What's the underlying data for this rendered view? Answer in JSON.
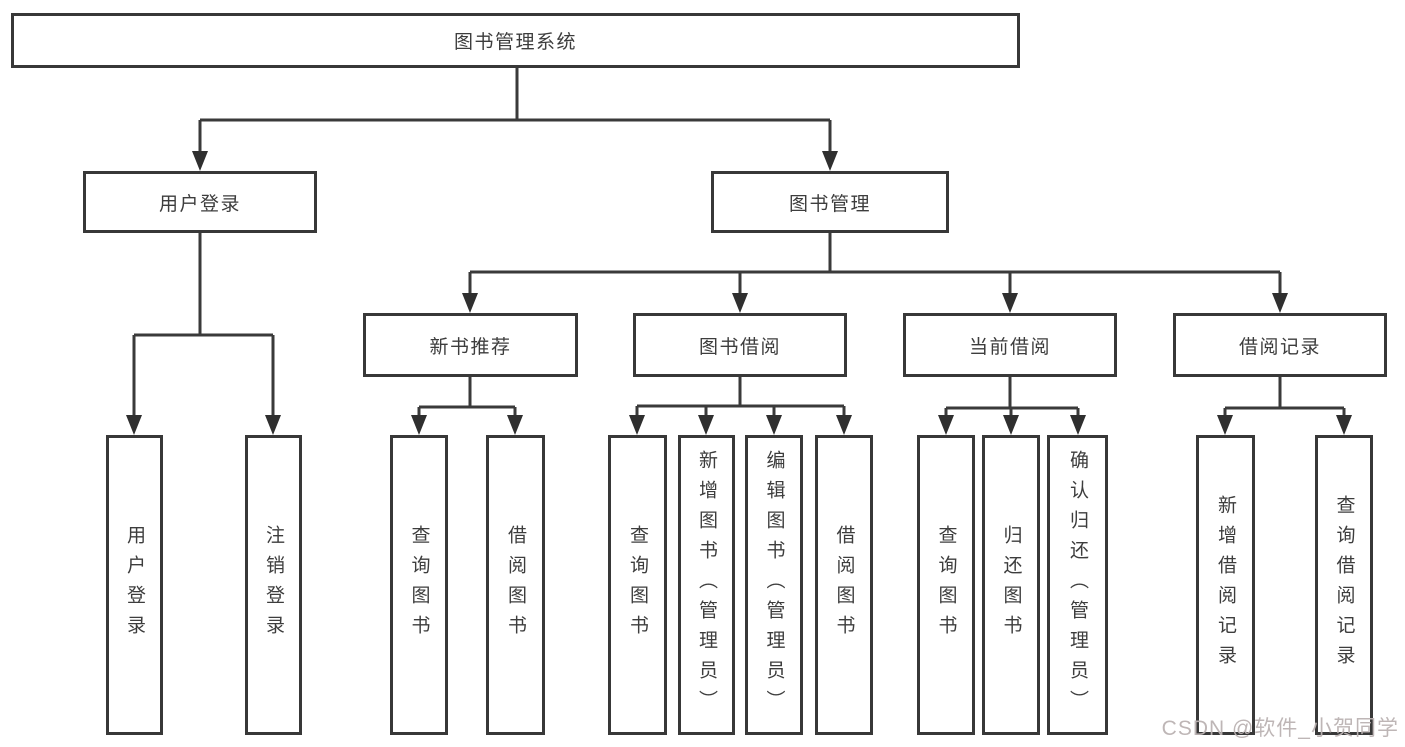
{
  "diagram": {
    "title": "图书管理系统",
    "nodes": {
      "root": "图书管理系统",
      "user_login": "用户登录",
      "book_mgmt": "图书管理",
      "new_book_recommend": "新书推荐",
      "book_borrow": "图书借阅",
      "current_borrow": "当前借阅",
      "borrow_records": "借阅记录",
      "leaf_user_login": "用户登录",
      "leaf_logout": "注销登录",
      "leaf_nbr_query": "查询图书",
      "leaf_nbr_borrow": "借阅图书",
      "leaf_bb_query": "查询图书",
      "leaf_bb_add": "新增图书（管理员）",
      "leaf_bb_edit": "编辑图书（管理员）",
      "leaf_bb_borrow": "借阅图书",
      "leaf_cb_query": "查询图书",
      "leaf_cb_return": "归还图书",
      "leaf_cb_confirm": "确认归还（管理员）",
      "leaf_br_add": "新增借阅记录",
      "leaf_br_query": "查询借阅记录"
    },
    "hierarchy": {
      "图书管理系统": {
        "用户登录": [
          "用户登录",
          "注销登录"
        ],
        "图书管理": {
          "新书推荐": [
            "查询图书",
            "借阅图书"
          ],
          "图书借阅": [
            "查询图书",
            "新增图书（管理员）",
            "编辑图书（管理员）",
            "借阅图书"
          ],
          "当前借阅": [
            "查询图书",
            "归还图书",
            "确认归还（管理员）"
          ],
          "借阅记录": [
            "新增借阅记录",
            "查询借阅记录"
          ]
        }
      }
    },
    "watermark": "CSDN @软件_小贺同学",
    "colors": {
      "background": "#ffffff",
      "line": "#3a3a3a",
      "box_border": "#383838",
      "text": "#3d3d3d",
      "watermark": "#bab2b2"
    }
  }
}
